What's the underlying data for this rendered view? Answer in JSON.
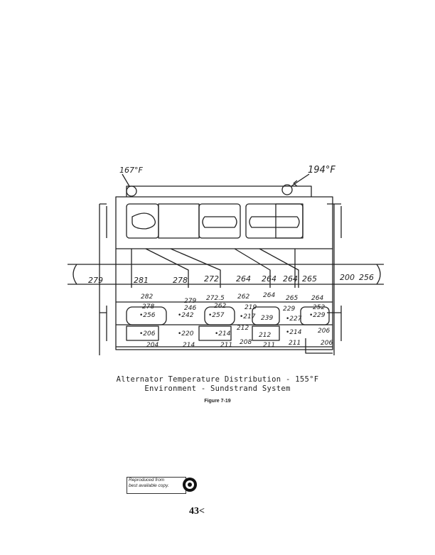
{
  "diagram": {
    "sensor_labels": [
      "167°F",
      "194°F"
    ],
    "shaft_values": [
      "279",
      "281",
      "278",
      "272",
      "264",
      "264",
      "264",
      "265",
      "200",
      "256"
    ],
    "lower_values": [
      "282",
      "279",
      "272.5",
      "262",
      "264",
      "265",
      "264",
      "278",
      "246",
      "262",
      "219",
      "229",
      "252",
      "•256",
      "•242",
      "•257",
      "•217",
      "239",
      "•227",
      "•229",
      "212",
      "•206",
      "•220",
      "•214",
      "212",
      "•214",
      "206",
      "204",
      "214",
      "211",
      "208",
      "211",
      "211",
      "206"
    ]
  },
  "caption": {
    "line1": "Alternator Temperature Distribution - 155°F",
    "line2": "Environment - Sundstrand System"
  },
  "figure_label": "Figure 7-19",
  "stamp": {
    "line1": "Reproduced from",
    "line2": "best available copy."
  },
  "page_number": "43<"
}
